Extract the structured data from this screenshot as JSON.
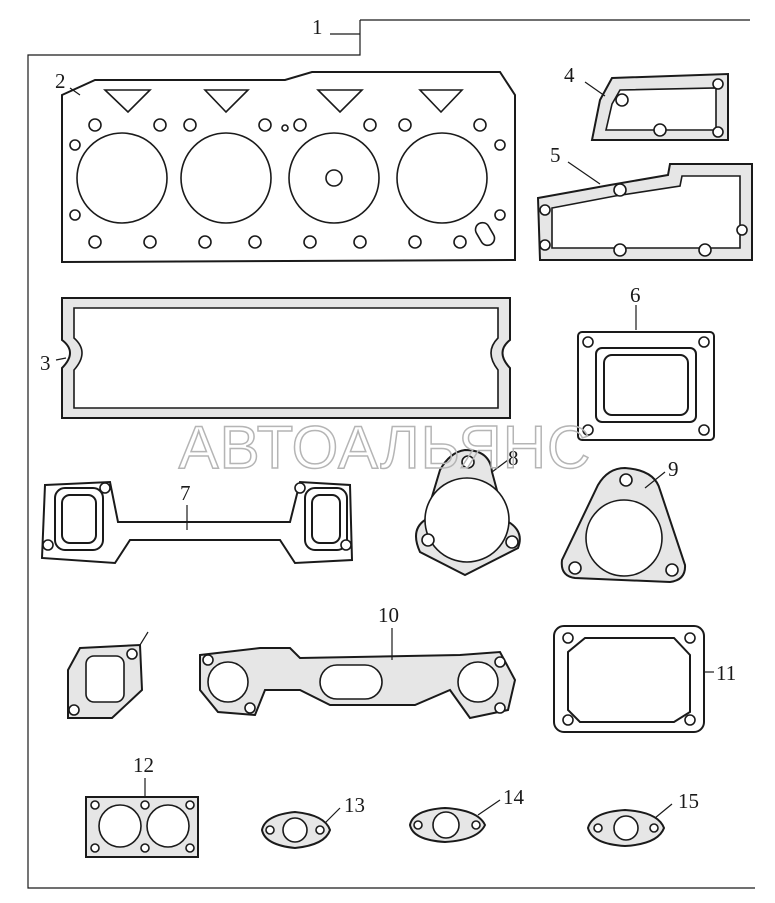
{
  "watermark": "АВТОАЛЬЯНС",
  "callouts": [
    "1",
    "2",
    "3",
    "4",
    "5",
    "6",
    "7",
    "8",
    "9",
    "10",
    "11",
    "12",
    "13",
    "14",
    "15"
  ],
  "colors": {
    "line": "#1a1a1a",
    "gasket_fill": "#e6e6e6",
    "watermark": "#b5b5b5"
  }
}
